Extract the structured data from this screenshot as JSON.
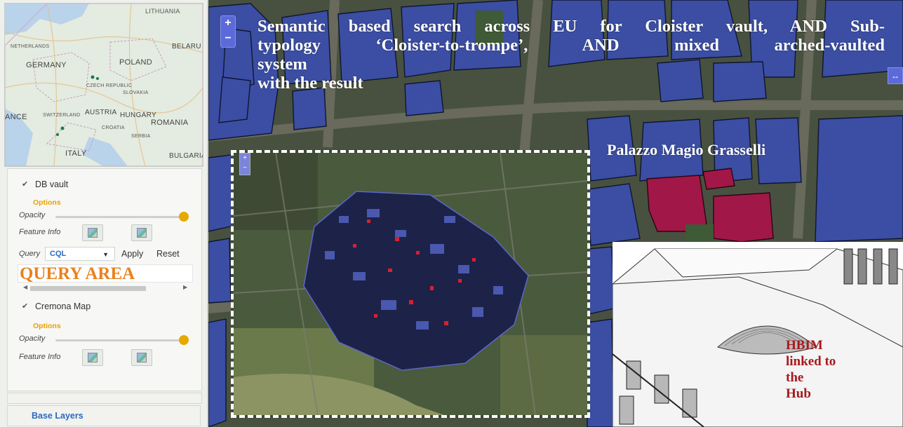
{
  "minimap": {
    "labels": [
      "LITHUANIA",
      "BELARU",
      "NETHERLANDS",
      "GERMANY",
      "POLAND",
      "CZECH REPUBLIC",
      "SLOVAKIA",
      "AUSTRIA",
      "HUNGARY",
      "ANCE",
      "SWITZERLAND",
      "ROMANIA",
      "CROATIA",
      "SERBIA",
      "ITALY",
      "BULGARIA"
    ]
  },
  "layers": [
    {
      "name": "DB vault",
      "checked": true,
      "options_label": "Options",
      "opacity_label": "Opacity",
      "opacity": 1.0,
      "feature_info_label": "Feature Info"
    },
    {
      "name": "Cremona Map",
      "checked": true,
      "options_label": "Options",
      "opacity_label": "Opacity",
      "opacity": 1.0,
      "feature_info_label": "Feature Info"
    }
  ],
  "query": {
    "label": "Query",
    "type_value": "CQL",
    "apply_label": "Apply",
    "reset_label": "Reset",
    "text_value": "QUERY AREA"
  },
  "base_layers_label": "Base Layers",
  "map": {
    "zoom_in": "+",
    "zoom_out": "−",
    "inset_zoom_in": "+",
    "inset_zoom_out": "−",
    "resize_icon": "↔",
    "headline_line1": "Semantic based search across EU for Cloister vault, AND Sub-",
    "headline_line2": "typology ‘Cloister-to-trompe’, AND mixed arched-vaulted",
    "headline_line3": "system",
    "headline_line4": "with the result",
    "palazzo_label": "Palazzo Magio Grasselli",
    "hbim_label": "HBIM\n linked to\nthe\nHub"
  },
  "colors": {
    "building_fill": "#3b4ea3",
    "highlight_fill": "#a11748",
    "accent": "#e5a900",
    "link_blue": "#2a6ac0",
    "query_orange": "#e8821e",
    "hbim_red": "#a8191b"
  }
}
